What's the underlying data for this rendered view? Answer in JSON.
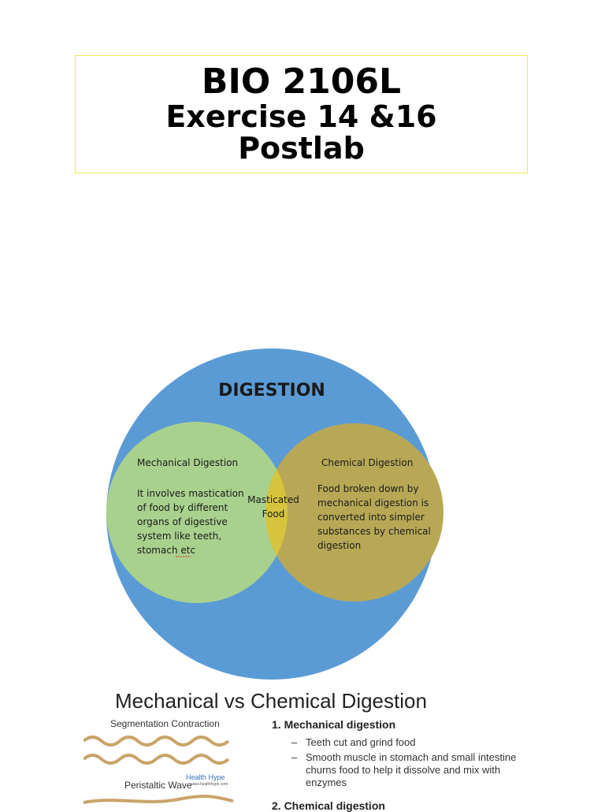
{
  "title": {
    "line1": "BIO 2106L",
    "line2": "Exercise 14 &16",
    "line3": "Postlab"
  },
  "venn": {
    "outer_title": "DIGESTION",
    "left_heading": "Mechanical Digestion",
    "left_body": [
      "It involves mastication",
      "of food by different",
      "organs of digestive",
      "system like teeth,",
      "stomach etc"
    ],
    "center_label": [
      "Masticated",
      "Food"
    ],
    "right_heading": "Chemical Digestion",
    "right_body": [
      "Food broken down by",
      "mechanical digestion is",
      "converted into simpler",
      "substances by chemical",
      "digestion"
    ],
    "colors": {
      "outer": "#5b9bd5",
      "left": "#a9d18e",
      "right": "#b8a856",
      "overlap": "#d6c53c"
    }
  },
  "comparison": {
    "title": "Mechanical vs Chemical Digestion",
    "segmentation_label": "Segmentation Contraction",
    "peristaltic_label": "Peristaltic Wave",
    "logo_text": "Health Hype",
    "logo_url": "www.healthhype.com",
    "mechanical_heading": "1.  Mechanical digestion",
    "mechanical_items": [
      "Teeth cut and grind food",
      "Smooth muscle in stomach and small intestine churns food to help it dissolve and mix with enzymes"
    ],
    "next_heading_partial": "2.  Chemical digestion"
  }
}
